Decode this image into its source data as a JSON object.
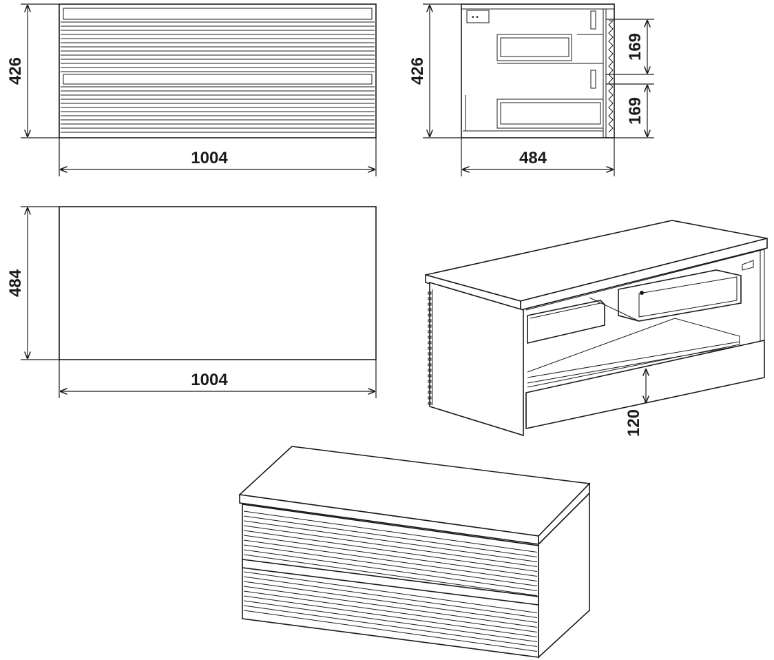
{
  "views": {
    "front": {
      "width_label": "1004",
      "height_label": "426"
    },
    "side": {
      "depth_label": "484",
      "height_label": "426",
      "drawer1_label": "169",
      "drawer2_label": "169"
    },
    "top": {
      "width_label": "1004",
      "depth_label": "484"
    },
    "isometric_open": {
      "drawer_offset_label": "120"
    },
    "isometric_closed": {}
  },
  "colors": {
    "line": "#1a1a1a",
    "background": "#ffffff"
  }
}
